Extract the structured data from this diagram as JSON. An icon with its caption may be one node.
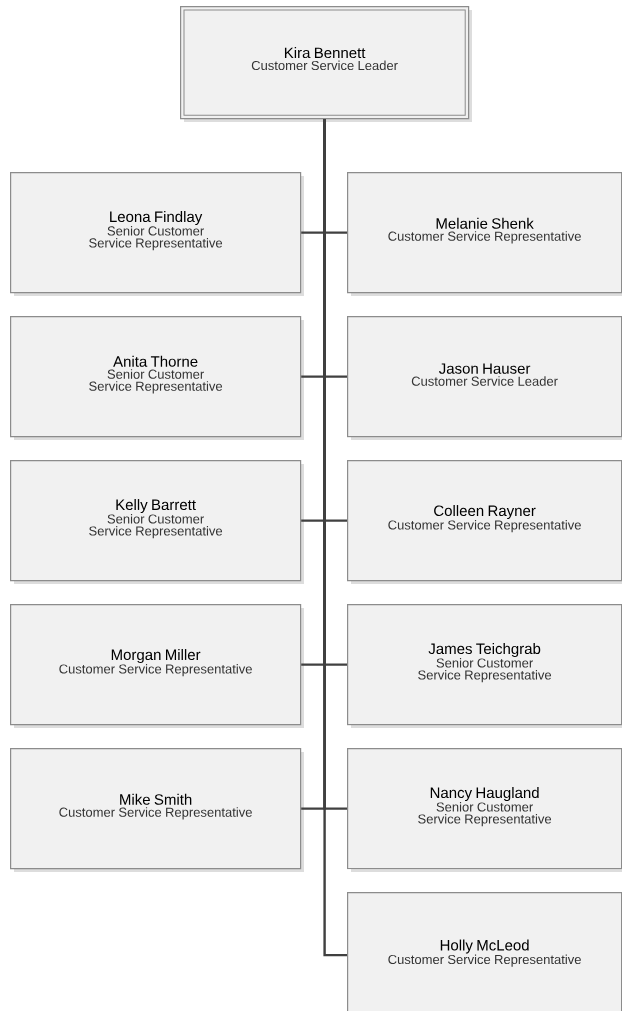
{
  "diagram": {
    "nodes": [
      {
        "text": [
          "Kira Bennett",
          "Customer Service Leader"
        ]
      },
      {
        "text": [
          "Leona Findlay",
          "Senior Customer Service Representative"
        ]
      },
      {
        "text": [
          "Melanie Shenk",
          "Customer Service Representative"
        ]
      },
      {
        "text": [
          "Anita Thorne",
          "Senior Customer Service Representative"
        ]
      },
      {
        "text": [
          "Jason Hauser",
          "Customer Service Leader"
        ]
      },
      {
        "text": [
          "Kelly Barrett",
          "Senior Customer Service Representative"
        ]
      },
      {
        "text": [
          "Colleen Rayner",
          "Customer Service Representative"
        ]
      },
      {
        "text": [
          "Morgan Miller",
          "Customer Service Representative"
        ]
      },
      {
        "text": [
          "James Teichgrab",
          "Senior Customer Service Representative"
        ]
      },
      {
        "text": [
          "Mike Smith",
          "Customer Service Representative"
        ]
      },
      {
        "text": [
          "Nancy Haugland",
          "Senior Customer Service Representative"
        ]
      },
      {
        "text": [
          "Holly McLeod",
          "Customer Service Representative"
        ]
      }
    ],
    "edges": [
      {
        "from": 0,
        "to": 1,
        "arrow": "none"
      },
      {
        "from": 0,
        "to": 2,
        "arrow": "none"
      },
      {
        "from": 0,
        "to": 3,
        "arrow": "none"
      },
      {
        "from": 0,
        "to": 4,
        "arrow": "none"
      },
      {
        "from": 0,
        "to": 5,
        "arrow": "none"
      },
      {
        "from": 0,
        "to": 6,
        "arrow": "none"
      },
      {
        "from": 0,
        "to": 7,
        "arrow": "none"
      },
      {
        "from": 0,
        "to": 8,
        "arrow": "none"
      },
      {
        "from": 0,
        "to": 9,
        "arrow": "none"
      },
      {
        "from": 0,
        "to": 10,
        "arrow": "none"
      },
      {
        "from": 0,
        "to": 11,
        "arrow": "none"
      }
    ]
  }
}
